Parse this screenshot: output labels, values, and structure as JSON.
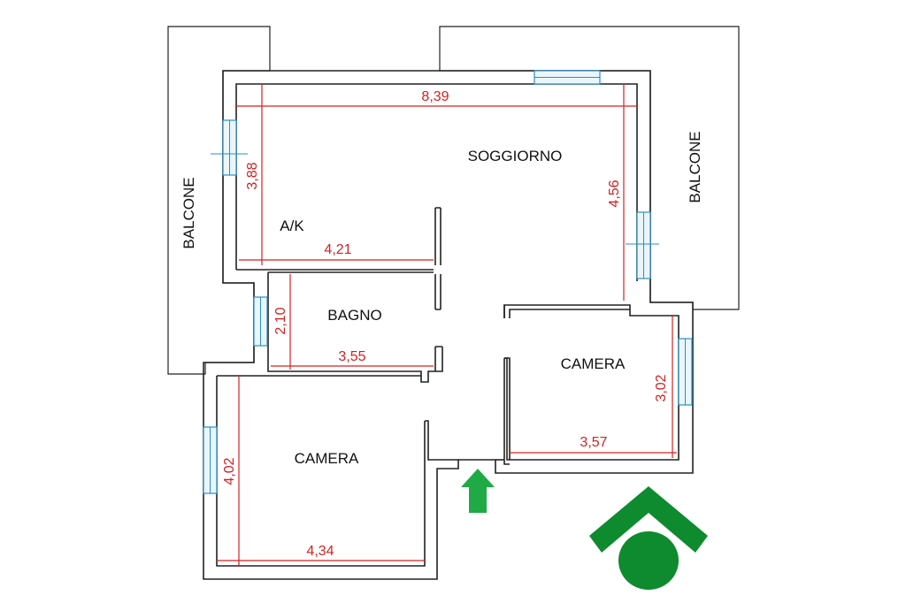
{
  "colors": {
    "dimension": "#d42121",
    "window": "#2a8fc4",
    "logo": "#0e8a2f",
    "arrow": "#1faa45",
    "wall": "#222222"
  },
  "rooms": {
    "soggiorno": "SOGGIORNO",
    "ak": "A/K",
    "bagno": "BAGNO",
    "camera_right": "CAMERA",
    "camera_left": "CAMERA",
    "balcone_left": "BALCONE",
    "balcone_right": "BALCONE"
  },
  "dimensions": {
    "soggiorno_width": "8,39",
    "soggiorno_height": "4,56",
    "ak_height": "3,88",
    "ak_width": "4,21",
    "bagno_height": "2,10",
    "bagno_width": "3,55",
    "camera_right_height": "3,02",
    "camera_right_width": "3,57",
    "camera_left_height": "4,02",
    "camera_left_width": "4,34"
  },
  "icons": {
    "entrance": "entrance-arrow-icon",
    "logo": "agency-logo-icon"
  }
}
